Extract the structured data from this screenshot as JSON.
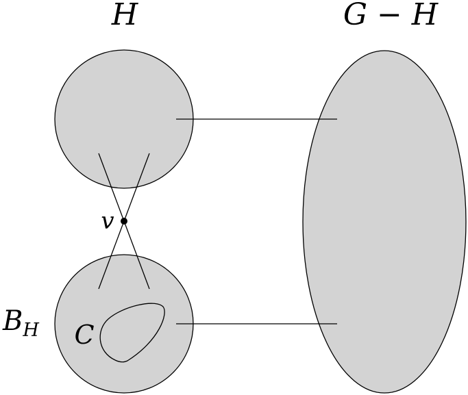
{
  "labels": {
    "H": "H",
    "G_minus_H": "G − H",
    "v": "v",
    "B": "B",
    "B_sub": "H",
    "C": "C"
  },
  "colors": {
    "fill": "#d3d3d3",
    "stroke": "#000000",
    "background": "#ffffff"
  }
}
